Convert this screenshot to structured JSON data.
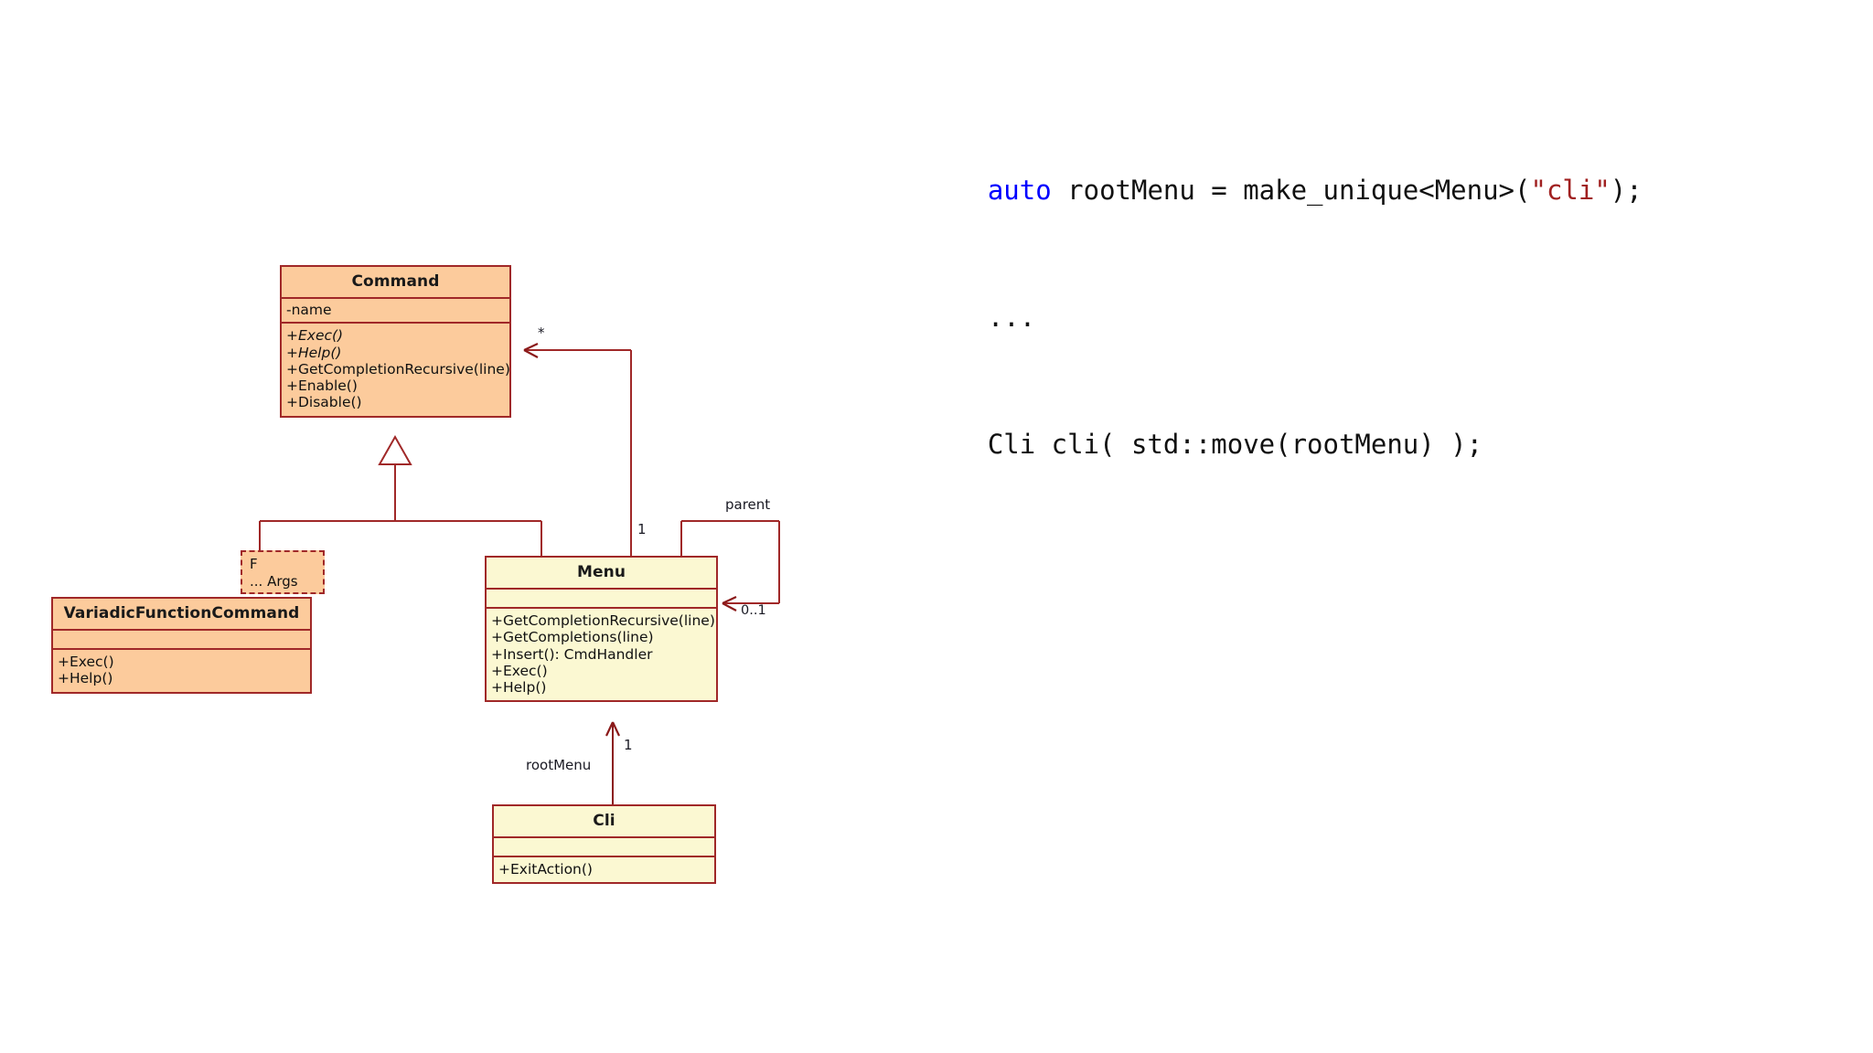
{
  "diagram": {
    "type": "uml-class-diagram",
    "classes": [
      {
        "id": "command",
        "name": "Command",
        "fill": "#FCCB9C",
        "border": "#A02828",
        "attributes": [
          "-name"
        ],
        "operations": [
          {
            "text": "+Exec()",
            "abstract": true
          },
          {
            "text": "+Help()",
            "abstract": true
          },
          {
            "text": "+GetCompletionRecursive(line)",
            "abstract": false
          },
          {
            "text": "+Enable()",
            "abstract": false
          },
          {
            "text": "+Disable()",
            "abstract": false
          }
        ]
      },
      {
        "id": "variadic-function-command",
        "name": "VariadicFunctionCommand",
        "fill": "#FCCB9C",
        "border": "#A02828",
        "attributes": [],
        "operations": [
          {
            "text": "+Exec()",
            "abstract": false
          },
          {
            "text": "+Help()",
            "abstract": false
          }
        ],
        "template_parameters": [
          "F",
          "... Args"
        ]
      },
      {
        "id": "menu",
        "name": "Menu",
        "fill": "#FBF8D2",
        "border": "#A02828",
        "attributes": [],
        "operations": [
          {
            "text": "+GetCompletionRecursive(line)",
            "abstract": false
          },
          {
            "text": "+GetCompletions(line)",
            "abstract": false
          },
          {
            "text": "+Insert(): CmdHandler",
            "abstract": false
          },
          {
            "text": "+Exec()",
            "abstract": false
          },
          {
            "text": "+Help()",
            "abstract": false
          }
        ]
      },
      {
        "id": "cli",
        "name": "Cli",
        "fill": "#FBF8D2",
        "border": "#A02828",
        "attributes": [],
        "operations": [
          {
            "text": "+ExitAction()",
            "abstract": false
          }
        ]
      }
    ],
    "relationships": [
      {
        "id": "command-generalization",
        "type": "generalization",
        "from": [
          "variadic-function-command",
          "menu"
        ],
        "to": "command",
        "labels": []
      },
      {
        "id": "menu-owns-commands",
        "type": "association",
        "from": "menu",
        "to": "command",
        "source_multiplicity": "1",
        "target_multiplicity": "*"
      },
      {
        "id": "menu-parent",
        "type": "association",
        "from": "menu",
        "to": "menu",
        "role": "parent",
        "target_multiplicity": "0..1"
      },
      {
        "id": "cli-root-menu",
        "type": "association",
        "from": "cli",
        "to": "menu",
        "role": "rootMenu",
        "target_multiplicity": "1"
      }
    ],
    "edge_labels": {
      "star": "*",
      "one_menu_to_command": "1",
      "parent": "parent",
      "zero_one": "0..1",
      "root_menu": "rootMenu",
      "one_cli_to_menu": "1"
    }
  },
  "code": {
    "lines": [
      {
        "id": "line-1",
        "tokens": [
          {
            "text": "auto",
            "kind": "keyword"
          },
          {
            "text": " rootMenu = make_unique<Menu>(",
            "kind": "plain"
          },
          {
            "text": "\"cli\"",
            "kind": "string"
          },
          {
            "text": ");",
            "kind": "plain"
          }
        ]
      },
      {
        "id": "line-2",
        "tokens": [
          {
            "text": "...",
            "kind": "plain"
          }
        ]
      },
      {
        "id": "line-3",
        "tokens": [
          {
            "text": "Cli cli( std::move(rootMenu) );",
            "kind": "plain"
          }
        ]
      }
    ],
    "colors": {
      "keyword": "#0000FF",
      "string": "#A02020",
      "plain": "#101010"
    }
  }
}
